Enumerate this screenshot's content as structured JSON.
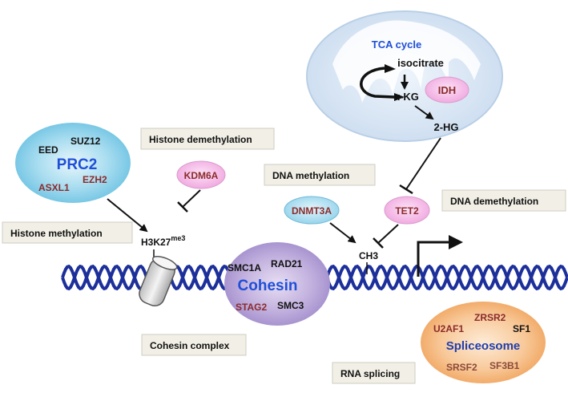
{
  "boxes": {
    "histone_demethylation": "Histone demethylation",
    "histone_methylation": "Histone methylation",
    "dna_methylation": "DNA methylation",
    "dna_demethylation": "DNA demethylation",
    "cohesin_complex": "Cohesin complex",
    "rna_splicing": "RNA splicing"
  },
  "prc2": {
    "title": "PRC2",
    "members": [
      "EED",
      "SUZ12",
      "EZH2",
      "ASXL1"
    ]
  },
  "kdm6a": "KDM6A",
  "h3k27": {
    "base": "H3K27",
    "sup": "me3"
  },
  "cohesin": {
    "title": "Cohesin",
    "members": [
      "SMC1A",
      "RAD21",
      "STAG2",
      "SMC3"
    ]
  },
  "mito": {
    "tca": "TCA cycle",
    "isocitrate": "isocitrate",
    "akg": "α-KG",
    "idh": "IDH",
    "hg2": "2-HG"
  },
  "dnmt3a": "DNMT3A",
  "tet2": "TET2",
  "ch3": "CH3",
  "spliceosome": {
    "title": "Spliceosome",
    "members": [
      "U2AF1",
      "ZRSR2",
      "SF1",
      "SRSF2",
      "SF3B1"
    ]
  },
  "colors": {
    "dark_red": "#8b2b2b",
    "blue_title": "#1f4fd8",
    "dna_blue": "#1c2f9a",
    "box_fill": "#f2f0e6",
    "pink": "#f5b6e6",
    "cyan": "#a9ddf0",
    "purple": "#b9a6d8",
    "orange": "#f6c48e",
    "mito": "#d9e6f4"
  }
}
